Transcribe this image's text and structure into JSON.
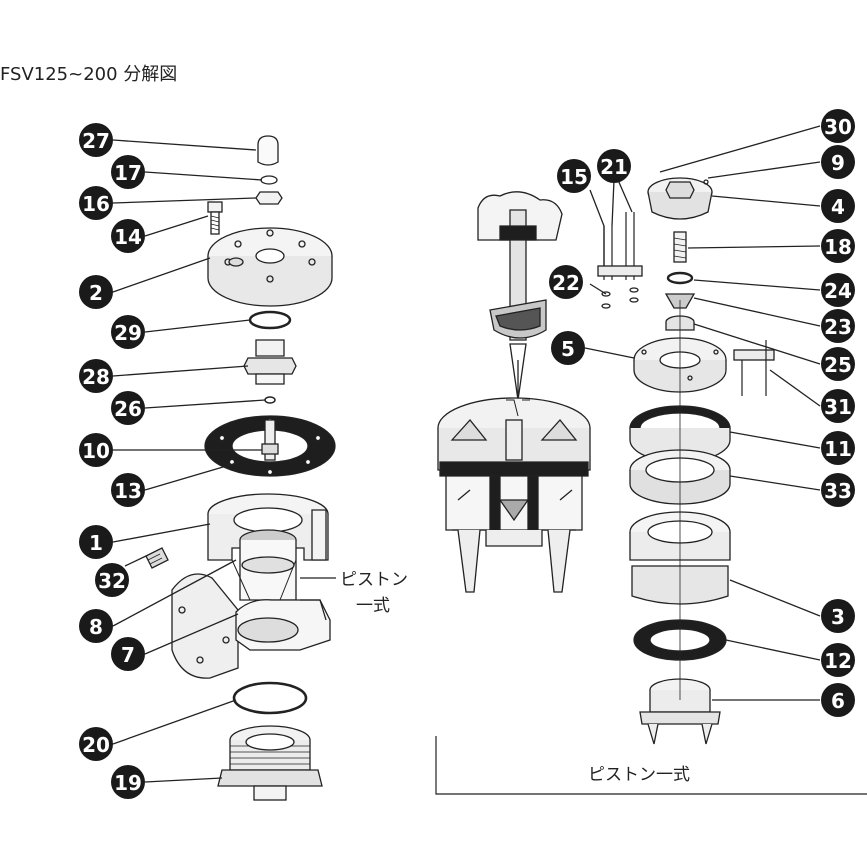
{
  "title": "FSV125~200 分解図",
  "callouts": [
    "27",
    "17",
    "16",
    "14",
    "2",
    "29",
    "28",
    "26",
    "10",
    "13",
    "1",
    "32",
    "8",
    "7",
    "20",
    "19",
    "30",
    "9",
    "4",
    "18",
    "24",
    "23",
    "25",
    "31",
    "11",
    "33",
    "3",
    "12",
    "6",
    "15",
    "21",
    "22",
    "5"
  ],
  "labels": {
    "piston_line1": "ピストン",
    "piston_line2": "一式",
    "piston_box": "ピストン一式"
  }
}
